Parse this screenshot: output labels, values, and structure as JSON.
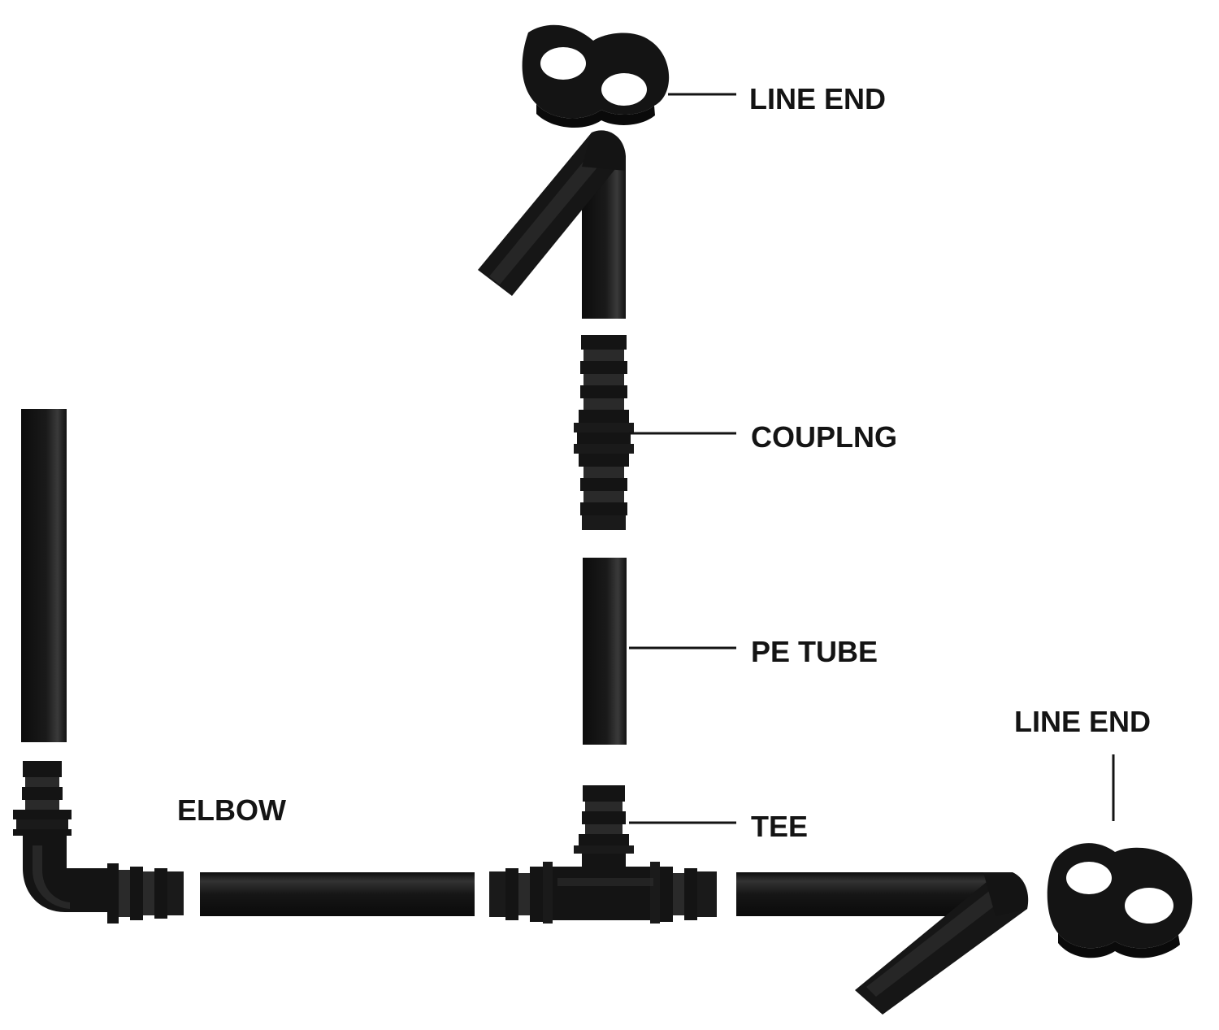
{
  "colors": {
    "background": "#ffffff",
    "part_fill": "#141414",
    "part_highlight": "#3a3a3a",
    "leader_line": "#141414",
    "label_text": "#141414"
  },
  "labels": {
    "line_end_top": "LINE END",
    "coupling": "COUPLNG",
    "pe_tube": "PE TUBE",
    "line_end_right": "LINE END",
    "elbow": "ELBOW",
    "tee": "TEE"
  }
}
